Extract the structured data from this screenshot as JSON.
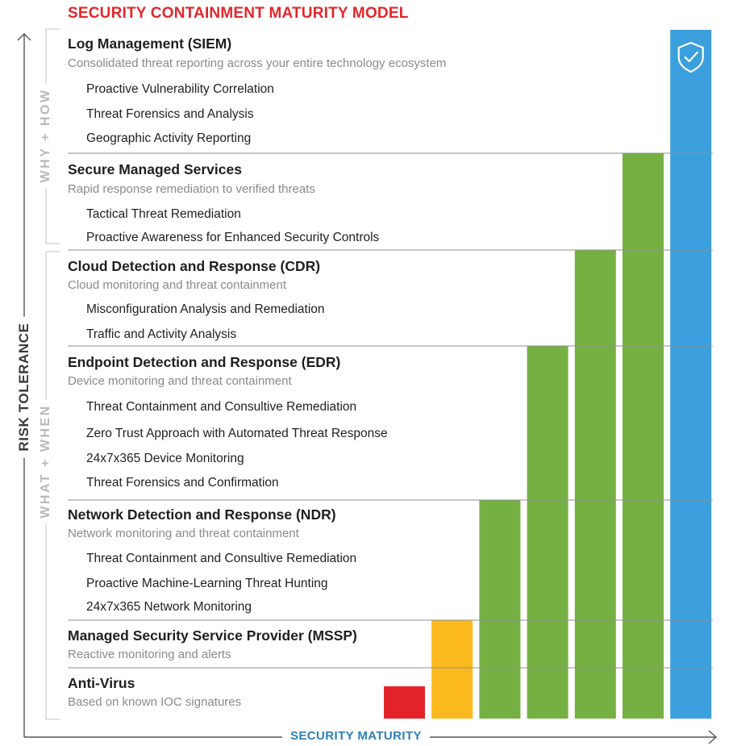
{
  "title": "SECURITY CONTAINMENT MATURITY MODEL",
  "y_axis_label": "RISK TOLERANCE",
  "x_axis_label": "SECURITY MATURITY",
  "bracket_labels": {
    "upper": "WHY + HOW",
    "lower": "WHAT + WHEN"
  },
  "sections": [
    {
      "title": "Log Management (SIEM)",
      "subtitle": "Consolidated threat reporting across your entire technology ecosystem",
      "items": [
        "Proactive Vulnerability Correlation",
        "Threat Forensics and Analysis",
        "Geographic Activity Reporting"
      ]
    },
    {
      "title": "Secure Managed Services",
      "subtitle": "Rapid response remediation to verified threats",
      "items": [
        "Tactical Threat Remediation",
        "Proactive Awareness for Enhanced Security Controls"
      ]
    },
    {
      "title": "Cloud Detection and Response (CDR)",
      "subtitle": "Cloud monitoring and threat containment",
      "items": [
        "Misconfiguration Analysis and Remediation",
        "Traffic and Activity Analysis"
      ]
    },
    {
      "title": "Endpoint Detection and Response (EDR)",
      "subtitle": "Device monitoring and threat containment",
      "items": [
        "Threat Containment and Consultive Remediation",
        "Zero Trust Approach with Automated Threat Response",
        "24x7x365 Device Monitoring",
        "Threat Forensics and Confirmation"
      ]
    },
    {
      "title": "Network Detection and Response (NDR)",
      "subtitle": "Network monitoring and threat containment",
      "items": [
        "Threat Containment and Consultive Remediation",
        "Proactive Machine-Learning Threat Hunting",
        "24x7x365 Network Monitoring"
      ]
    },
    {
      "title": "Managed Security Service Provider (MSSP)",
      "subtitle": "Reactive monitoring and alerts",
      "items": []
    },
    {
      "title": "Anti-Virus",
      "subtitle": "Based on known IOC signatures",
      "items": []
    }
  ],
  "maturity_bars": [
    {
      "level": 1,
      "color": "#e2242a"
    },
    {
      "level": 2,
      "color": "#fbb91e"
    },
    {
      "level": 3,
      "color": "#75b043"
    },
    {
      "level": 4,
      "color": "#75b043"
    },
    {
      "level": 5,
      "color": "#75b043"
    },
    {
      "level": 6,
      "color": "#75b043"
    },
    {
      "level": 7,
      "color": "#3a9fdc",
      "icon": "shield-check-icon"
    }
  ]
}
